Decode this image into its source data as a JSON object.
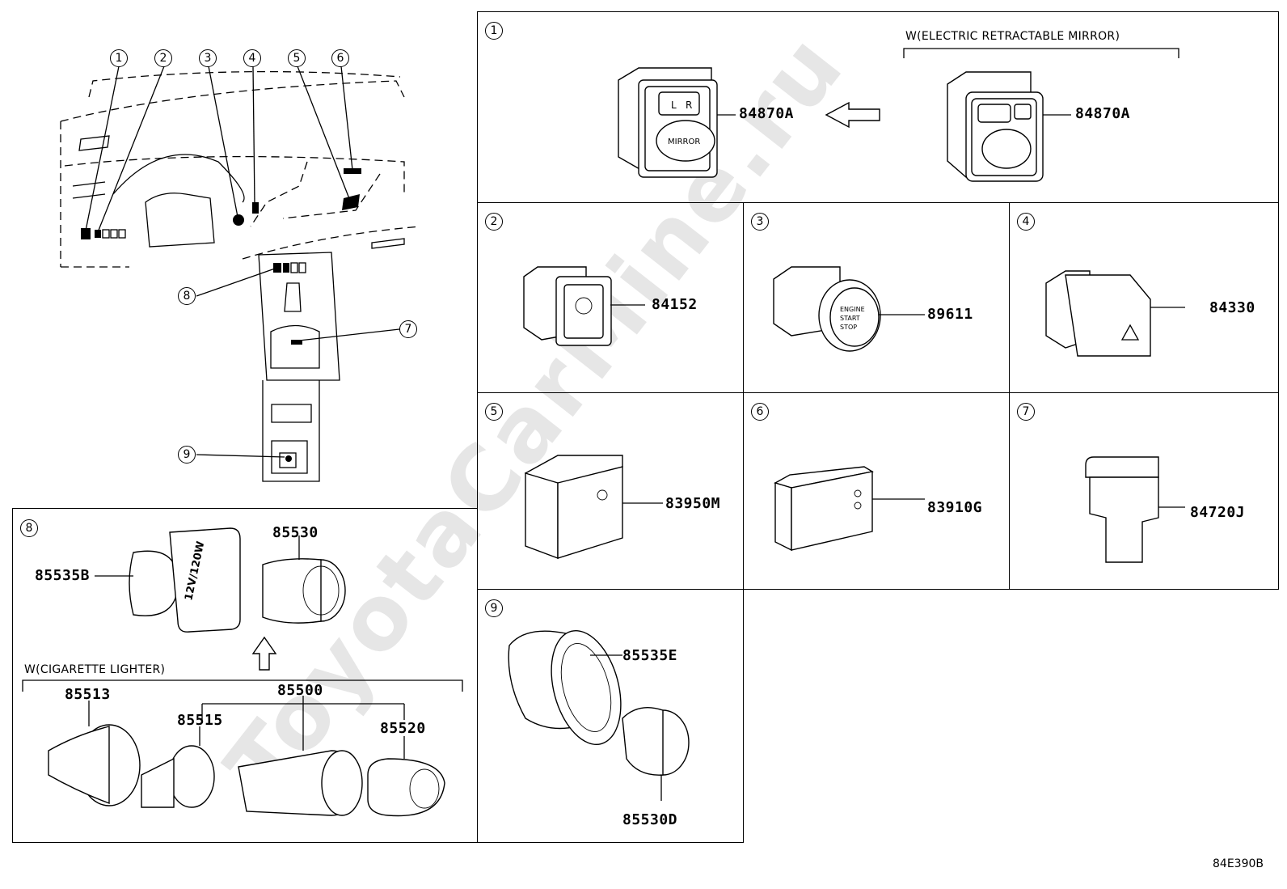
{
  "diagram": {
    "drawing_code": "84E390B",
    "watermark": "ToyotaCarMine.ru",
    "overview_callouts": [
      "1",
      "2",
      "3",
      "4",
      "5",
      "6",
      "7",
      "8",
      "9"
    ],
    "panels": [
      {
        "index": "1",
        "note": "W(ELECTRIC RETRACTABLE MIRROR)",
        "parts": [
          "84870A",
          "84870A"
        ],
        "switch_text": {
          "left": "L",
          "right": "R",
          "mirror": "MIRROR"
        }
      },
      {
        "index": "2",
        "parts": [
          "84152"
        ]
      },
      {
        "index": "3",
        "parts": [
          "89611"
        ],
        "switch_text": [
          "ENGINE",
          "START",
          "STOP"
        ]
      },
      {
        "index": "4",
        "parts": [
          "84330"
        ]
      },
      {
        "index": "5",
        "parts": [
          "83950M"
        ]
      },
      {
        "index": "6",
        "parts": [
          "83910G"
        ]
      },
      {
        "index": "7",
        "parts": [
          "84720J"
        ]
      },
      {
        "index": "8",
        "note": "W(CIGARETTE LIGHTER)",
        "parts": [
          "85530",
          "85535B",
          "85513",
          "85500",
          "85515",
          "85520"
        ],
        "socket_label": "12V/120W"
      },
      {
        "index": "9",
        "parts": [
          "85535E",
          "85530D"
        ]
      }
    ]
  }
}
